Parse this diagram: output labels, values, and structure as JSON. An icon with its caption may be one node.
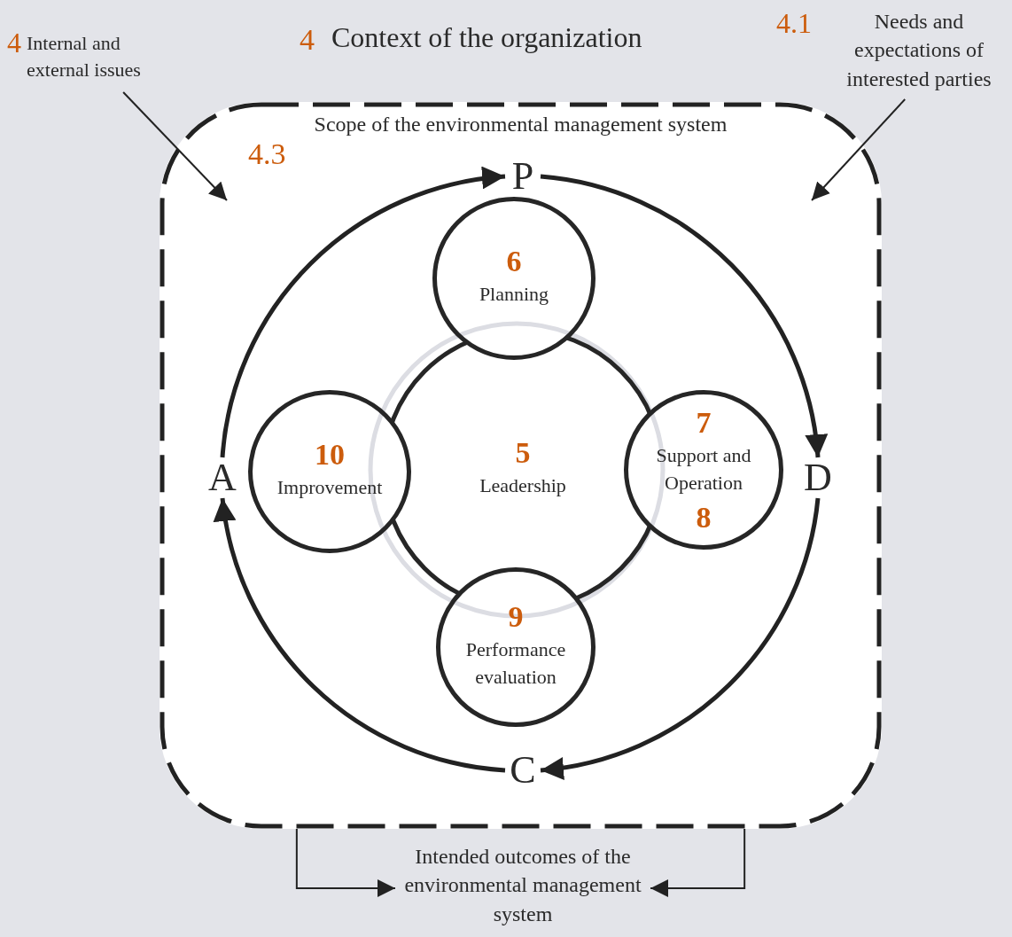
{
  "diagram": {
    "title": "Context of the organization",
    "nodes": [
      {
        "text": [
          "Scope of the environmental management system",
          "4.3"
        ]
      },
      {
        "text": [
          "4",
          "Internal and external issues"
        ]
      },
      {
        "text": [
          "4.1",
          "Needs and expectations of interested parties"
        ]
      },
      {
        "text": [
          "P"
        ],
        "in": 0
      },
      {
        "text": [
          "D"
        ],
        "in": 0
      },
      {
        "text": [
          "C"
        ],
        "in": 0
      },
      {
        "text": [
          "A"
        ],
        "in": 0
      },
      {
        "text": [
          "5",
          "Leadership"
        ],
        "in": 0
      },
      {
        "text": [
          "6",
          "Planning"
        ],
        "in": 0
      },
      {
        "text": [
          "7",
          "Support and Operation",
          "8"
        ],
        "in": 0
      },
      {
        "text": [
          "9",
          "Performance evaluation"
        ],
        "in": 0
      },
      {
        "text": [
          "10",
          "Improvement"
        ],
        "in": 0
      },
      {
        "text": [
          "Intended outcomes of the environmental management system"
        ]
      }
    ],
    "edges": [
      {
        "from": 1,
        "to": 0,
        "arrow": "to"
      },
      {
        "from": 2,
        "to": 0,
        "arrow": "to"
      },
      {
        "from": 3,
        "to": 4,
        "arrow": "to",
        "style": "thick"
      },
      {
        "from": 4,
        "to": 5,
        "arrow": "to",
        "style": "thick"
      },
      {
        "from": 5,
        "to": 6,
        "arrow": "to",
        "style": "thick"
      },
      {
        "from": 6,
        "to": 3,
        "arrow": "to",
        "style": "thick"
      },
      {
        "from": 0,
        "to": 12,
        "arrow": "to"
      },
      {
        "from": 0,
        "to": 12,
        "arrow": "to"
      }
    ],
    "labels": [
      "4"
    ]
  }
}
